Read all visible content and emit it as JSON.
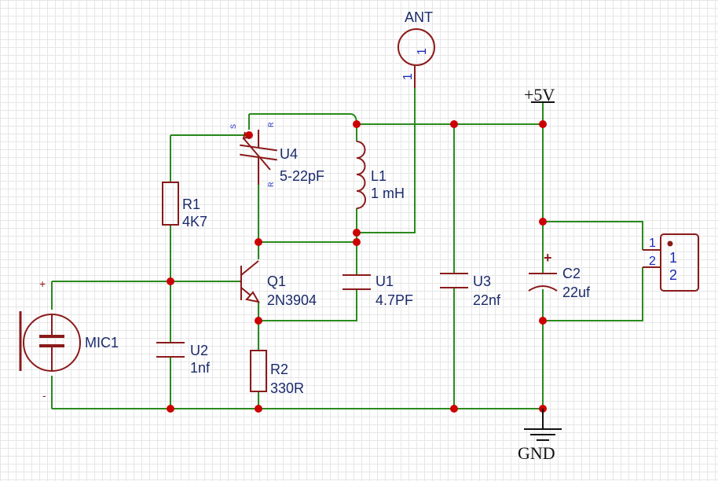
{
  "components": {
    "ant": {
      "ref": "ANT",
      "pin": "1"
    },
    "vcc": {
      "label": "+5V"
    },
    "gnd": {
      "label": "GND"
    },
    "u4": {
      "ref": "U4",
      "value": "5-22pF",
      "pin_s": "S",
      "pin_r1": "R",
      "pin_r2": "R"
    },
    "l1": {
      "ref": "L1",
      "value": "1 mH"
    },
    "r1": {
      "ref": "R1",
      "value": "4K7"
    },
    "q1": {
      "ref": "Q1",
      "value": "2N3904"
    },
    "u1": {
      "ref": "U1",
      "value": "4.7PF"
    },
    "u3": {
      "ref": "U3",
      "value": "22nf"
    },
    "c2": {
      "ref": "C2",
      "value": "22uf",
      "polarity": "+"
    },
    "mic1": {
      "ref": "MIC1",
      "plus": "+",
      "minus": "-"
    },
    "u2": {
      "ref": "U2",
      "value": "1nf"
    },
    "r2": {
      "ref": "R2",
      "value": "330R"
    },
    "conn": {
      "pin1": "1",
      "pin2": "2",
      "label1": "1",
      "label2": "2"
    }
  },
  "colors": {
    "wire": "#2a8a1e",
    "symbol": "#8b1a1a",
    "junction": "#cc0000",
    "label": "#1a2a6b",
    "pin_number": "#1a2ab8",
    "grid": "#e6e6e6"
  }
}
